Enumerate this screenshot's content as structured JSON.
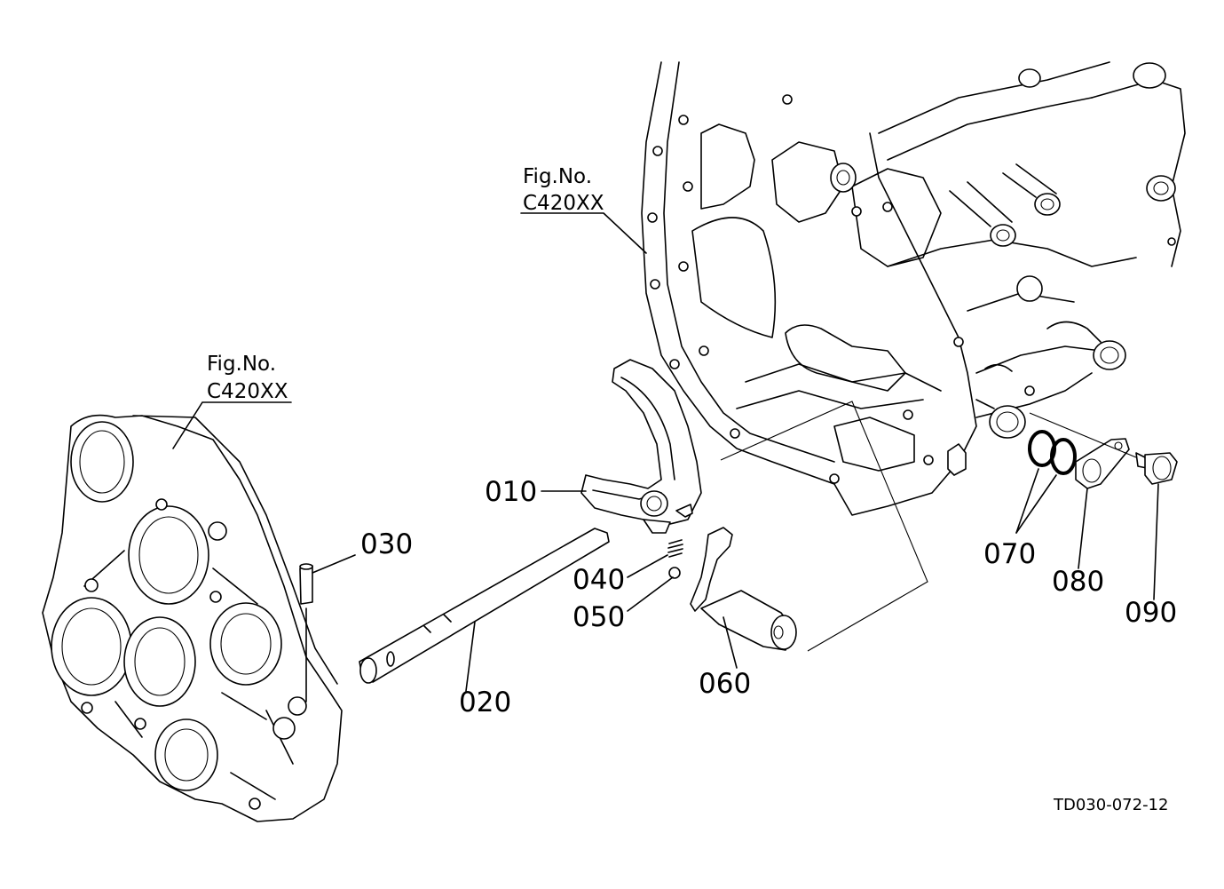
{
  "figure_refs": [
    {
      "fig_label": "Fig.No.",
      "fig_code": "C420XX"
    },
    {
      "fig_label": "Fig.No.",
      "fig_code": "C420XX"
    }
  ],
  "parts": [
    {
      "number": "010"
    },
    {
      "number": "020"
    },
    {
      "number": "030"
    },
    {
      "number": "040"
    },
    {
      "number": "050"
    },
    {
      "number": "060"
    },
    {
      "number": "070"
    },
    {
      "number": "080"
    },
    {
      "number": "090"
    }
  ],
  "drawing_code": "TD030-072-12"
}
